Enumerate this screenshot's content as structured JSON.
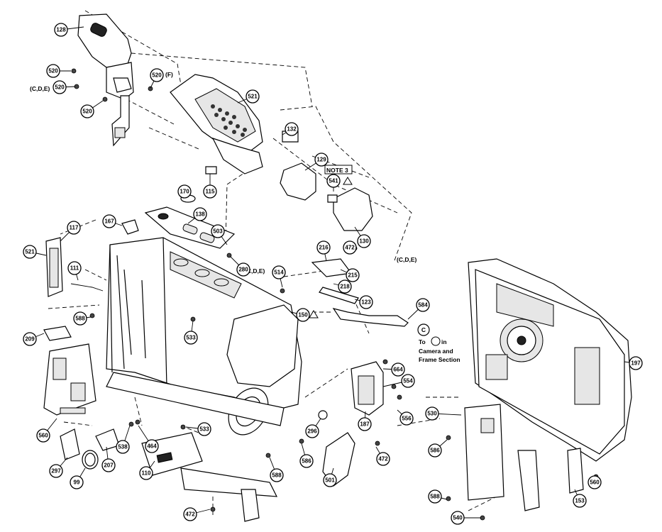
{
  "diagram": {
    "callouts": [
      {
        "id": "c128",
        "label": "128"
      },
      {
        "id": "c520a",
        "label": "520"
      },
      {
        "id": "c520b",
        "label": "520"
      },
      {
        "id": "c520c",
        "label": "520"
      },
      {
        "id": "c520f",
        "label": "520"
      },
      {
        "id": "c521",
        "label": "521"
      },
      {
        "id": "c132",
        "label": "132"
      },
      {
        "id": "c129",
        "label": "129"
      },
      {
        "id": "c541",
        "label": "541"
      },
      {
        "id": "c115",
        "label": "115"
      },
      {
        "id": "c130",
        "label": "130"
      },
      {
        "id": "c170",
        "label": "170"
      },
      {
        "id": "c167",
        "label": "167"
      },
      {
        "id": "c138",
        "label": "138"
      },
      {
        "id": "c503",
        "label": "503"
      },
      {
        "id": "c521b",
        "label": "521"
      },
      {
        "id": "c117",
        "label": "117"
      },
      {
        "id": "c111",
        "label": "111"
      },
      {
        "id": "c588a",
        "label": "588"
      },
      {
        "id": "c280",
        "label": "280"
      },
      {
        "id": "c514",
        "label": "514"
      },
      {
        "id": "c216",
        "label": "216"
      },
      {
        "id": "c472a",
        "label": "472"
      },
      {
        "id": "c215",
        "label": "215"
      },
      {
        "id": "c218",
        "label": "218"
      },
      {
        "id": "c123",
        "label": "123"
      },
      {
        "id": "c150",
        "label": "150"
      },
      {
        "id": "c584",
        "label": "584"
      },
      {
        "id": "c533a",
        "label": "533"
      },
      {
        "id": "c209",
        "label": "209"
      },
      {
        "id": "c664",
        "label": "664"
      },
      {
        "id": "c554",
        "label": "554"
      },
      {
        "id": "c556",
        "label": "556"
      },
      {
        "id": "c187",
        "label": "187"
      },
      {
        "id": "c296",
        "label": "296"
      },
      {
        "id": "c472b",
        "label": "472"
      },
      {
        "id": "c586a",
        "label": "586"
      },
      {
        "id": "c501",
        "label": "501"
      },
      {
        "id": "c588b",
        "label": "588"
      },
      {
        "id": "c560",
        "label": "560"
      },
      {
        "id": "c297",
        "label": "297"
      },
      {
        "id": "c99",
        "label": "99"
      },
      {
        "id": "c207",
        "label": "207"
      },
      {
        "id": "c538",
        "label": "538"
      },
      {
        "id": "c464",
        "label": "464"
      },
      {
        "id": "c533b",
        "label": "533"
      },
      {
        "id": "c110",
        "label": "110"
      },
      {
        "id": "c472c",
        "label": "472"
      },
      {
        "id": "c197",
        "label": "197"
      },
      {
        "id": "c530",
        "label": "530"
      },
      {
        "id": "c586b",
        "label": "586"
      },
      {
        "id": "c588c",
        "label": "588"
      },
      {
        "id": "c153",
        "label": "153"
      },
      {
        "id": "c560b",
        "label": "560"
      },
      {
        "id": "c540",
        "label": "540"
      }
    ],
    "notes": {
      "cde1": "(C,D,E)",
      "f": "(F)",
      "cde2": "(C,D,E)",
      "cde3": "(C,D,E)",
      "note3": "NOTE 3",
      "c_letter": "C",
      "to": "To",
      "in": "in",
      "camera_and": "Camera and",
      "frame_section": "Frame Section"
    }
  }
}
